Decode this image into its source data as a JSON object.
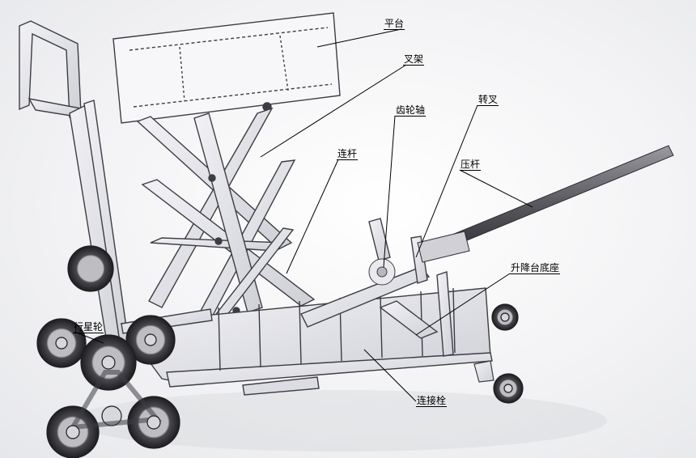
{
  "labels": {
    "platform": "平台",
    "scissor": "叉架",
    "gear_shaft": "齿轮轴",
    "connecting_rod": "连杆",
    "rotary_fork": "转叉",
    "press_rod": "压杆",
    "lift_base": "升降台底座",
    "planet_wheel": "行星轮",
    "connecting_pin": "连接栓"
  },
  "colors": {
    "steel_face": "#e4e5ea",
    "steel_edge": "#3c3c44",
    "tire": "#3a3a3a",
    "hub": "#d8d8dc",
    "leader": "#000000"
  }
}
